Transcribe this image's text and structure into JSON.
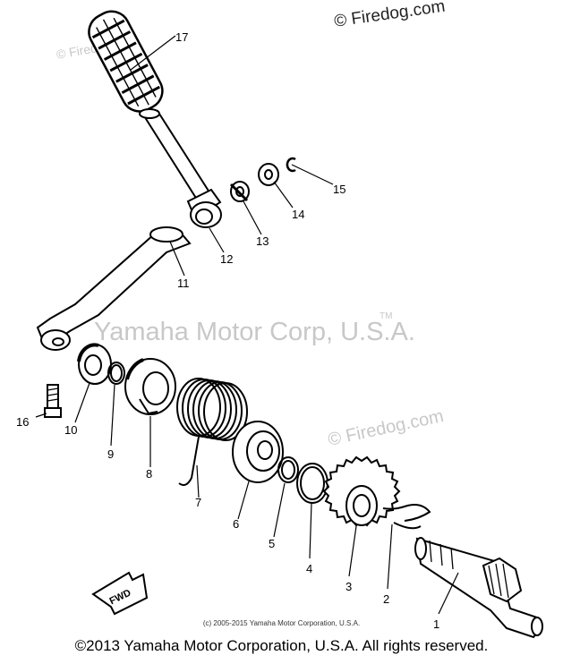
{
  "watermarks": {
    "firedog_top": "© Firedog.com",
    "firedog_mid": "© Firedog.com",
    "firedog_small": "© Firedog.com",
    "yamaha_center": "Yamaha Motor Corp, U.S.A.",
    "tm": "TM"
  },
  "callouts": [
    "1",
    "2",
    "3",
    "4",
    "5",
    "6",
    "7",
    "8",
    "9",
    "10",
    "11",
    "12",
    "13",
    "14",
    "15",
    "16",
    "17"
  ],
  "direction_marker": "FWD",
  "small_copyright": "(c) 2005-2015 Yamaha Motor Corporation, U.S.A.",
  "footer_copyright": "©2013 Yamaha Motor Corporation, U.S.A. All rights reserved."
}
